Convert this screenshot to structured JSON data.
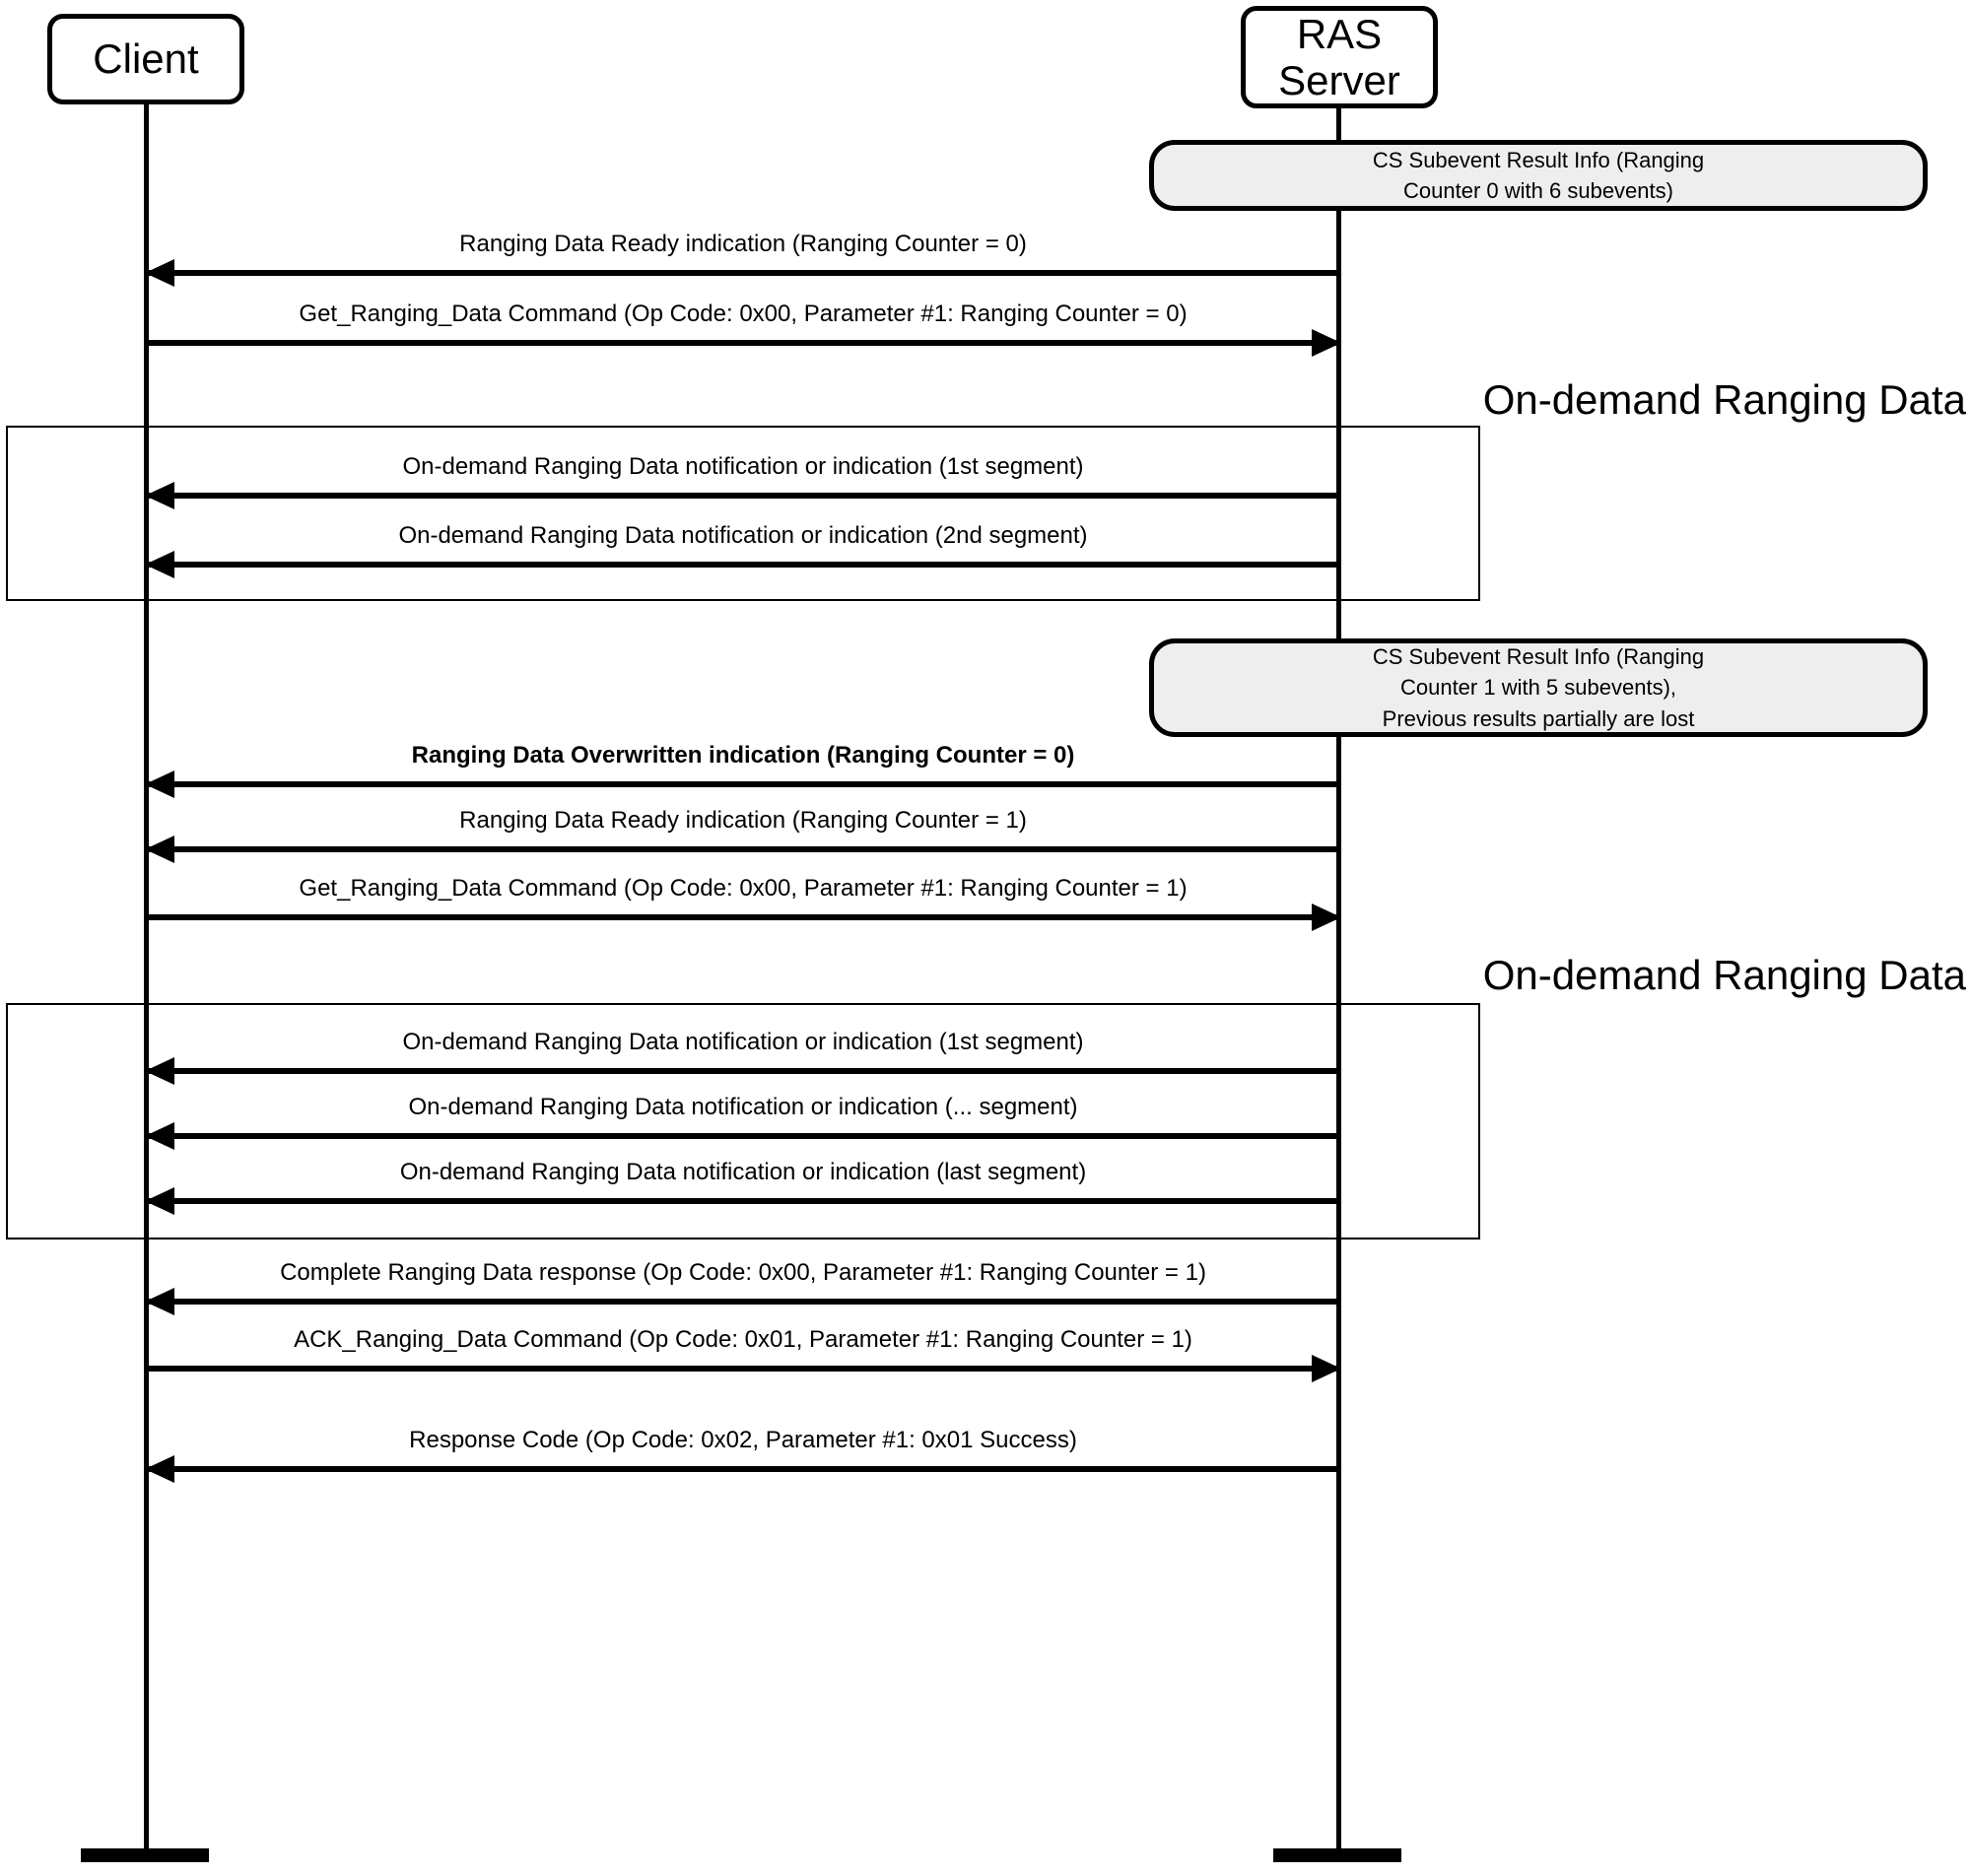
{
  "diagram": {
    "title": "RAS on-demand ranging data sequence",
    "background": "#ffffff",
    "line_color": "#000000",
    "note_fill": "#eeeeee"
  },
  "participants": [
    {
      "id": "client",
      "label": "Client"
    },
    {
      "id": "ras_server",
      "label": "RAS\nServer"
    }
  ],
  "participant_labels": {
    "client": "Client",
    "server_line1": "RAS",
    "server_line2": "Server"
  },
  "notes": [
    {
      "id": "note-1",
      "attached_to": "ras_server",
      "lines": [
        "CS Subevent Result Info (Ranging",
        "Counter 0 with 6 subevents)"
      ]
    },
    {
      "id": "note-2",
      "attached_to": "ras_server",
      "lines": [
        "CS Subevent Result Info (Ranging",
        "Counter 1 with 5 subevents),",
        "Previous results partially are lost"
      ]
    }
  ],
  "fragments": [
    {
      "id": "fragment-1",
      "label": "On-demand Ranging Data"
    },
    {
      "id": "fragment-2",
      "label": "On-demand Ranging Data"
    }
  ],
  "messages": [
    {
      "id": "msg-1",
      "from": "ras_server",
      "to": "client",
      "direction": "left",
      "bold": false,
      "label": "Ranging Data Ready indication (Ranging Counter = 0)"
    },
    {
      "id": "msg-2",
      "from": "client",
      "to": "ras_server",
      "direction": "right",
      "bold": false,
      "label": "Get_Ranging_Data Command (Op Code: 0x00, Parameter #1: Ranging Counter = 0)"
    },
    {
      "id": "msg-3",
      "from": "ras_server",
      "to": "client",
      "direction": "left",
      "bold": false,
      "label": "On-demand Ranging Data notification or indication (1st segment)"
    },
    {
      "id": "msg-4",
      "from": "ras_server",
      "to": "client",
      "direction": "left",
      "bold": false,
      "label": "On-demand Ranging Data notification or indication (2nd segment)"
    },
    {
      "id": "msg-5",
      "from": "ras_server",
      "to": "client",
      "direction": "left",
      "bold": true,
      "label": "Ranging Data Overwritten indication (Ranging Counter = 0)"
    },
    {
      "id": "msg-6",
      "from": "ras_server",
      "to": "client",
      "direction": "left",
      "bold": false,
      "label": "Ranging Data Ready indication (Ranging Counter = 1)"
    },
    {
      "id": "msg-7",
      "from": "client",
      "to": "ras_server",
      "direction": "right",
      "bold": false,
      "label": "Get_Ranging_Data Command (Op Code: 0x00, Parameter #1: Ranging Counter = 1)"
    },
    {
      "id": "msg-8",
      "from": "ras_server",
      "to": "client",
      "direction": "left",
      "bold": false,
      "label": "On-demand Ranging Data notification or indication (1st segment)"
    },
    {
      "id": "msg-9",
      "from": "ras_server",
      "to": "client",
      "direction": "left",
      "bold": false,
      "label": "On-demand Ranging Data notification or indication (...  segment)"
    },
    {
      "id": "msg-10",
      "from": "ras_server",
      "to": "client",
      "direction": "left",
      "bold": false,
      "label": "On-demand Ranging Data notification or indication (last segment)"
    },
    {
      "id": "msg-11",
      "from": "ras_server",
      "to": "client",
      "direction": "left",
      "bold": false,
      "label": "Complete Ranging Data response (Op Code: 0x00, Parameter #1:  Ranging Counter = 1)"
    },
    {
      "id": "msg-12",
      "from": "client",
      "to": "ras_server",
      "direction": "right",
      "bold": false,
      "label": "ACK_Ranging_Data Command (Op Code: 0x01, Parameter #1: Ranging Counter = 1)"
    },
    {
      "id": "msg-13",
      "from": "ras_server",
      "to": "client",
      "direction": "left",
      "bold": false,
      "label": "Response Code (Op Code: 0x02, Parameter #1:  0x01 Success)"
    }
  ]
}
